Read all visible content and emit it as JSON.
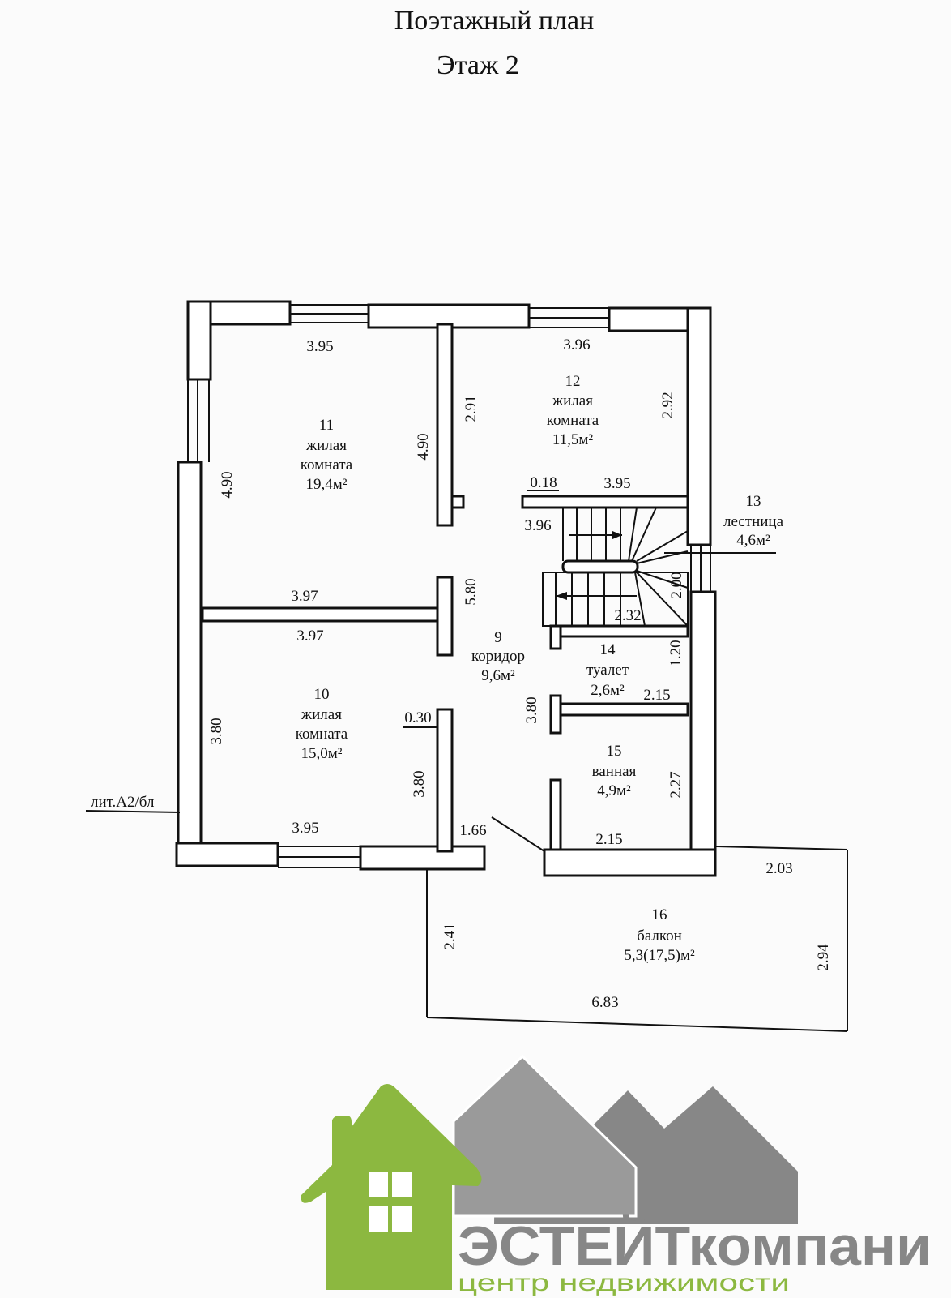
{
  "header": {
    "title": "Поэтажный план",
    "floor": "Этаж 2"
  },
  "rooms": [
    {
      "num": "11",
      "name": "жилая",
      "name2": "комната",
      "area": "19,4м²"
    },
    {
      "num": "12",
      "name": "жилая",
      "name2": "комната",
      "area": "11,5м²"
    },
    {
      "num": "13",
      "name": "лестница",
      "area": "4,6м²"
    },
    {
      "num": "9",
      "name": "коридор",
      "area": "9,6м²"
    },
    {
      "num": "14",
      "name": "туалет",
      "area": "2,6м²"
    },
    {
      "num": "10",
      "name": "жилая",
      "name2": "комната",
      "area": "15,0м²"
    },
    {
      "num": "15",
      "name": "ванная",
      "area": "4,9м²"
    },
    {
      "num": "16",
      "name": "балкон",
      "area": "5,3(17,5)м²"
    }
  ],
  "dims": {
    "r11_top": "3.95",
    "r11_left": "4.90",
    "r11_right": "4.90",
    "r12_top": "3.96",
    "r12_left": "2.91",
    "r12_right": "2.92",
    "stair_018": "0.18",
    "stair_top": "3.95",
    "stair_left": "3.96",
    "stair_232": "2.32",
    "stair_200": "2.00",
    "r11_bottom": "3.97",
    "r10_top": "3.97",
    "corr_580": "5.80",
    "wc_120": "1.20",
    "wc_215": "2.15",
    "corr_380": "3.80",
    "r10_030": "0.30",
    "r10_left": "3.80",
    "r10_right": "3.80",
    "r10_bottom": "3.95",
    "door_166": "1.66",
    "bath_227": "2.27",
    "bath_bottom": "2.15",
    "bal_203": "2.03",
    "bal_241": "2.41",
    "bal_294": "2.94",
    "bal_683": "6.83"
  },
  "annotations": {
    "lit": "лит.А2/бл"
  },
  "logo": {
    "brand": "ЭСТЕЙТкомпани",
    "tagline": "центр недвижимости",
    "green": "#8cb840",
    "gray1": "#9a9a9a",
    "gray2": "#858585"
  }
}
